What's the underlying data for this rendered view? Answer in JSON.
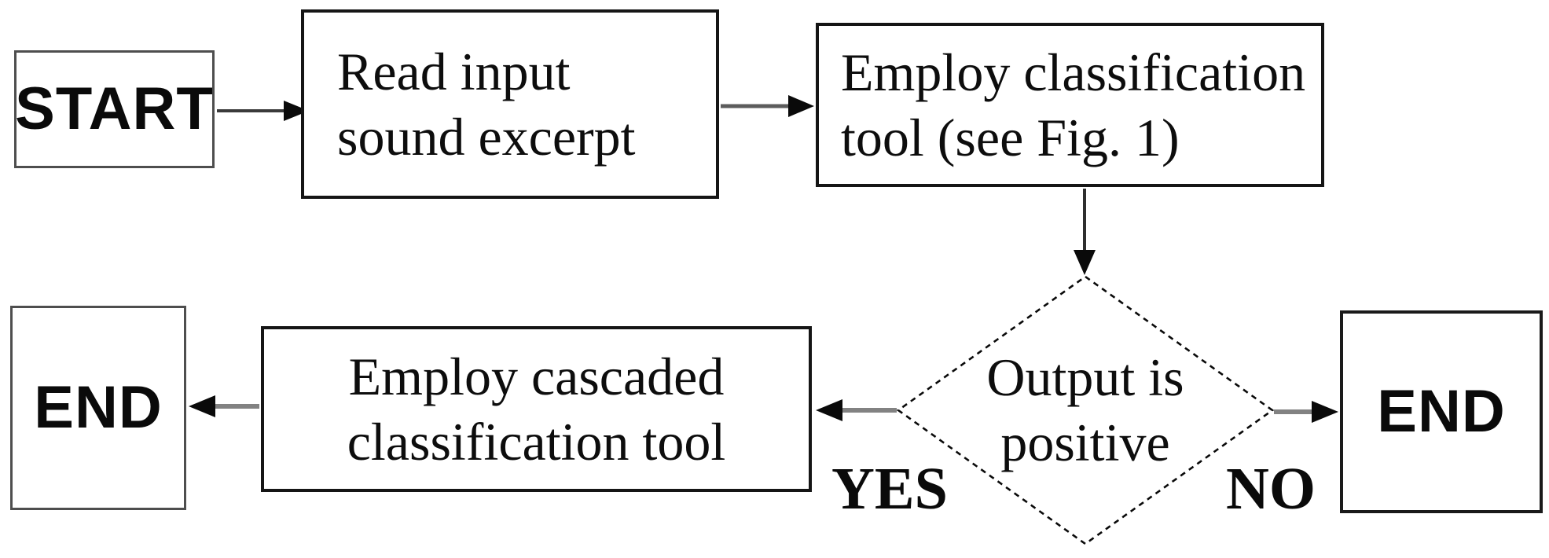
{
  "diagram": {
    "nodes": {
      "start": {
        "label": "START",
        "shape": "rectangle"
      },
      "read_input": {
        "line1": "Read input",
        "line2": "sound excerpt",
        "shape": "rectangle"
      },
      "classify": {
        "line1": "Employ classification",
        "line2": "tool (see Fig. 1)",
        "shape": "rectangle"
      },
      "decision": {
        "line1": "Output is",
        "line2": "positive",
        "shape": "diamond"
      },
      "cascaded": {
        "line1": "Employ cascaded",
        "line2": "classification tool",
        "shape": "rectangle"
      },
      "end_left": {
        "label": "END",
        "shape": "rectangle"
      },
      "end_right": {
        "label": "END",
        "shape": "rectangle"
      }
    },
    "branch_labels": {
      "yes": "YES",
      "no": "NO"
    },
    "colors": {
      "background": "#ffffff",
      "line": "#000000",
      "arrow_shaft_gray": "#828282",
      "arrow_shaft_dark": "#3a3a3a"
    }
  }
}
